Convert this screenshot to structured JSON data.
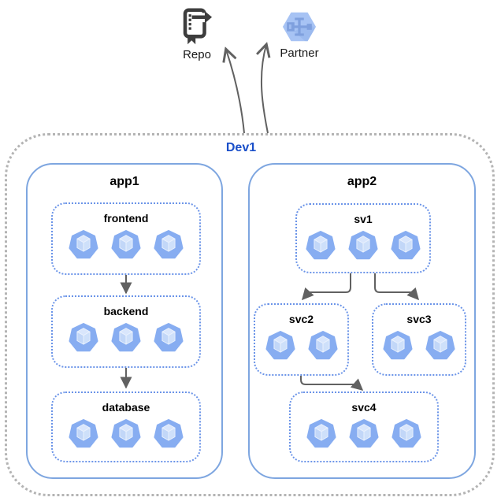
{
  "external_nodes": [
    {
      "label": "Repo",
      "icon": "repo-icon"
    },
    {
      "label": "Partner",
      "icon": "partner-icon"
    }
  ],
  "boundary": {
    "label": "Dev1"
  },
  "apps": [
    {
      "label": "app1",
      "services": [
        {
          "label": "frontend",
          "pod_count": 3
        },
        {
          "label": "backend",
          "pod_count": 3
        },
        {
          "label": "database",
          "pod_count": 3
        }
      ]
    },
    {
      "label": "app2",
      "services": [
        {
          "label": "sv1",
          "pod_count": 3
        },
        {
          "label": "svc2",
          "pod_count": 2
        },
        {
          "label": "svc3",
          "pod_count": 2
        },
        {
          "label": "svc4",
          "pod_count": 3
        }
      ]
    }
  ],
  "edges": [
    {
      "from": "frontend",
      "to": "backend"
    },
    {
      "from": "backend",
      "to": "database"
    },
    {
      "from": "sv1",
      "to": "svc2"
    },
    {
      "from": "sv1",
      "to": "svc3"
    },
    {
      "from": "svc2",
      "to": "svc4"
    },
    {
      "from": "Dev1",
      "to": "Repo"
    },
    {
      "from": "Dev1",
      "to": "Partner"
    }
  ],
  "colors": {
    "boundary_border": "#b4b4b4",
    "boundary_label": "#1a4fc9",
    "app_border": "#7ea6e0",
    "service_border": "#6b94e8",
    "arrow": "#616161",
    "label_text": "#000000",
    "pod_body": "#87adf1",
    "pod_cube_top": "#d9e6fc",
    "pod_cube_left": "#c2d7f8",
    "pod_cube_right": "#cee0fa",
    "pod_cube_edge": "#e9f1fd",
    "repo_icon_color": "#3d3d3d",
    "partner_hex": "#a7c3f4",
    "partner_hex_shadow": "#8fb0e8",
    "partner_glyph": "#7fa0de"
  }
}
